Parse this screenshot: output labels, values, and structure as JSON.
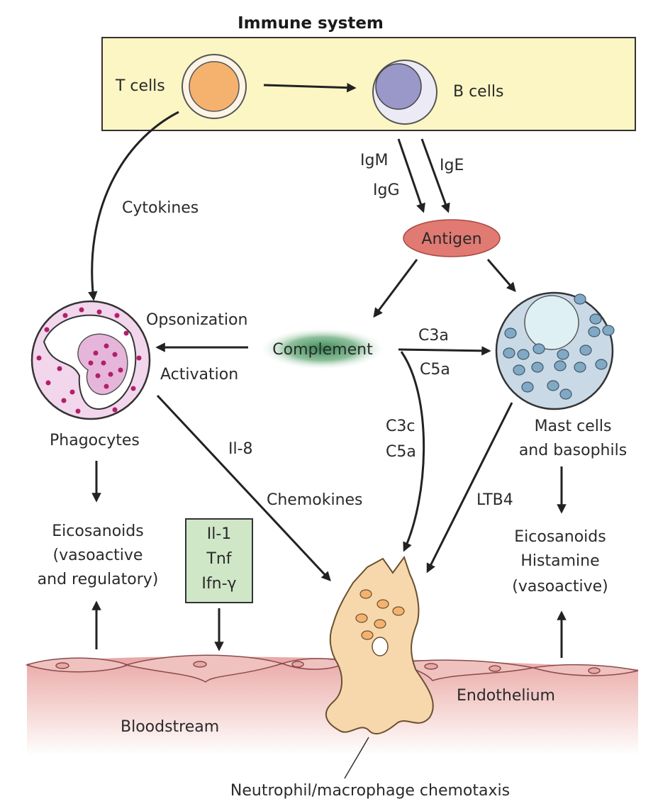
{
  "title": "Immune system",
  "cells": {
    "t_cells": "T cells",
    "b_cells": "B cells",
    "phagocytes": "Phagocytes",
    "mast_cells_line1": "Mast cells",
    "mast_cells_line2": "and basophils"
  },
  "nodes": {
    "antigen": "Antigen",
    "complement": "Complement"
  },
  "labels": {
    "igm": "IgM",
    "igg": "IgG",
    "ige": "IgE",
    "cytokines": "Cytokines",
    "opsonization": "Opsonization",
    "activation": "Activation",
    "c3a": "C3a",
    "c5a_right": "C5a",
    "c3c": "C3c",
    "c5a_down": "C5a",
    "il8": "Il-8",
    "chemokines": "Chemokines",
    "ltb4": "LTB4"
  },
  "eicosanoids_left": {
    "line1": "Eicosanoids",
    "line2": "(vasoactive",
    "line3": "and regulatory)"
  },
  "cytokine_box": {
    "line1": "Il-1",
    "line2": "Tnf",
    "line3": "Ifn-γ"
  },
  "eicosanoids_right": {
    "line1": "Eicosanoids",
    "line2": "Histamine",
    "line3": "(vasoactive)"
  },
  "regions": {
    "endothelium": "Endothelium",
    "bloodstream": "Bloodstream"
  },
  "caption": "Neutrophil/macrophage chemotaxis",
  "colors": {
    "immune_box": "#fbf6c4",
    "t_cell": "#f5b26f",
    "b_cell": "#9a98c8",
    "antigen": "#e07a72",
    "complement": "#3f8f5a",
    "phagocyte": "#f2d6ec",
    "granule": "#b0206a",
    "mast_cell": "#c9d9e6",
    "mast_granule": "#7fa9c4",
    "neutrophil": "#f7d8ac",
    "endothelium": "#e7a6a4",
    "green_box": "#cfe6c7"
  }
}
